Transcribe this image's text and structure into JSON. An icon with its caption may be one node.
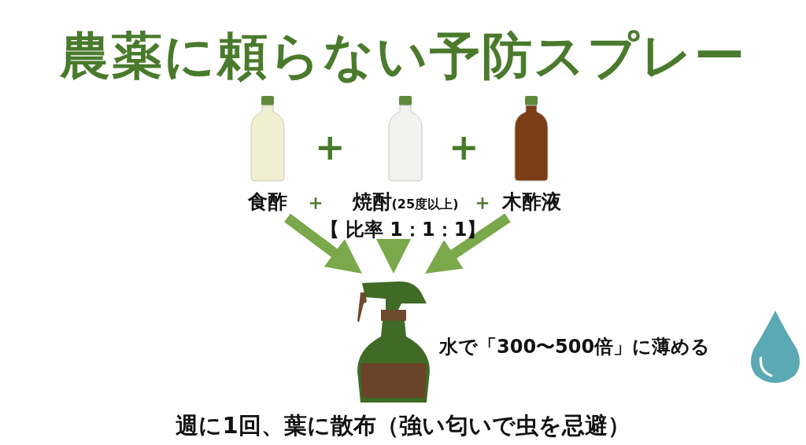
{
  "diagram": {
    "title": "農薬に頼らない予防スプレー",
    "nodes": [
      {
        "text": [
          "食酢"
        ]
      },
      {
        "text": [
          "焼酎",
          "(25度以上)"
        ]
      },
      {
        "text": [
          "木酢液"
        ]
      },
      {
        "text": [
          "【 比率 1：1：1】"
        ]
      },
      {
        "text": [],
        "shape": "picture"
      }
    ],
    "edges": [
      {
        "from": 0,
        "to": 4,
        "arrow": "to"
      },
      {
        "from": 3,
        "to": 4,
        "arrow": "to"
      },
      {
        "from": 2,
        "to": 4,
        "arrow": "to"
      }
    ],
    "labels": [
      "+",
      "+",
      "＋",
      "＋",
      "水で「300〜500倍」に薄める",
      "週に1回、葉に散布（強い匂いで虫を忌避）"
    ]
  }
}
